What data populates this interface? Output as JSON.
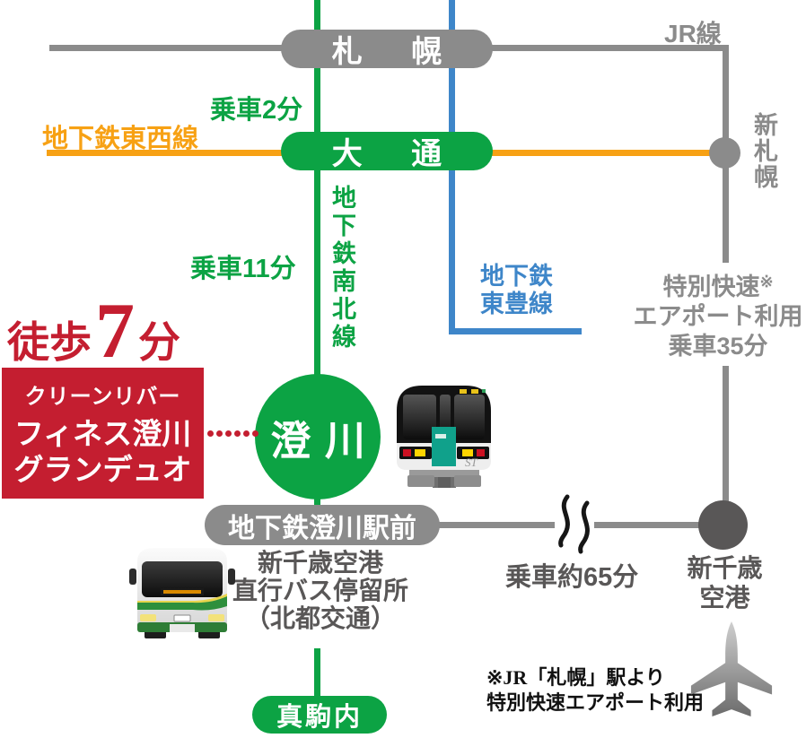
{
  "colors": {
    "green": "#0ca344",
    "orange": "#f7a114",
    "blue": "#3e86c9",
    "gray": "#8b8b8b",
    "dark_gray": "#595757",
    "red": "#c41e30"
  },
  "labels": {
    "jr_line": "JR線",
    "tozai_line": "地下鉄東西線",
    "namboku_line": "地下鉄南北線",
    "toho_line_1": "地下鉄",
    "toho_line_2": "東豊線",
    "ride_2": "乗車2分",
    "ride_11": "乗車11分",
    "ride_65": "乗車約65分",
    "express_1": "特別快速",
    "express_mark": "※",
    "express_2": "エアポート利用",
    "express_3": "乗車35分"
  },
  "stations": {
    "sapporo": "札幌",
    "odori": "大通",
    "shin_sapporo": "新札幌",
    "sumikawa": "澄川",
    "sumikawa_bus_stop": "地下鉄澄川駅前",
    "makomanai": "真駒内",
    "chitose_line1": "新千歳",
    "chitose_line2": "空港"
  },
  "property": {
    "walk_prefix": "徒歩",
    "walk_number": "7",
    "walk_unit": "分",
    "name_line1": "クリーンリバー",
    "name_line2": "フィネス澄川",
    "name_line3": "グランデュオ"
  },
  "bus_stop": {
    "line1": "新千歳空港",
    "line2": "直行バス停留所",
    "line3": "（北都交通）"
  },
  "note": {
    "line1": "※JR「札幌」駅より",
    "line2": "特別快速エアポート利用"
  }
}
